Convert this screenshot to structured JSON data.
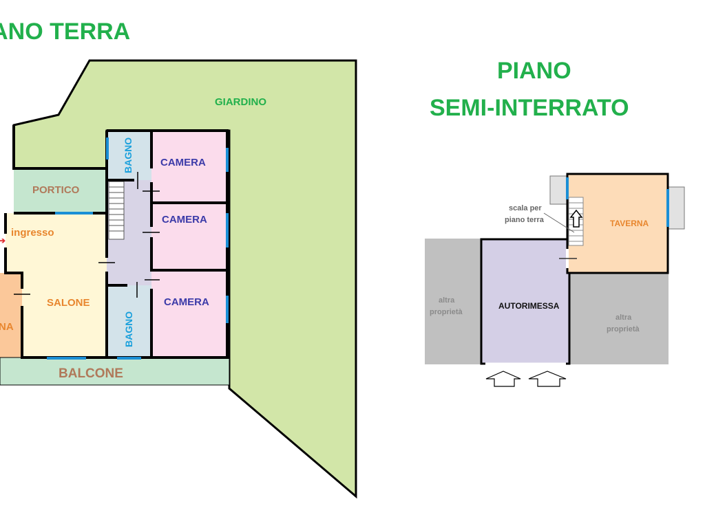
{
  "ground_floor": {
    "title": "PIANO TERRA",
    "rooms": {
      "giardino": "GIARDINO",
      "portico": "PORTICO",
      "ingresso": "ingresso",
      "salone": "SALONE",
      "cucina": "NA",
      "bagno_top": "BAGNO",
      "bagno_bottom": "BAGNO",
      "camera_1": "CAMERA",
      "camera_2": "CAMERA",
      "camera_3": "CAMERA",
      "balcone": "BALCONE"
    }
  },
  "basement": {
    "title_line1": "PIANO",
    "title_line2": "SEMI-INTERRATO",
    "rooms": {
      "taverna": "TAVERNA",
      "autorimessa": "AUTORIMESSA",
      "altra_left_1": "altra",
      "altra_left_2": "proprietà",
      "altra_right_1": "altra",
      "altra_right_2": "proprietà"
    },
    "stair_note_1": "scala per",
    "stair_note_2": "piano terra"
  },
  "colors": {
    "title": "#22b04c",
    "garden": "#d2e6a8"
  }
}
